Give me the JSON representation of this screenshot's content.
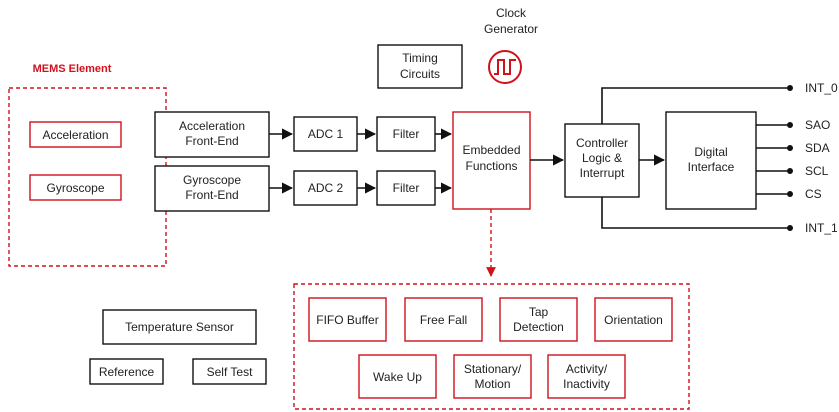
{
  "colors": {
    "accent": "#d0121b",
    "ink": "#111111",
    "text": "#222222"
  },
  "mems": {
    "title": "MEMS Element",
    "acceleration": "Acceleration",
    "gyroscope": "Gyroscope"
  },
  "front_end": {
    "acc_line1": "Acceleration",
    "acc_line2": "Front-End",
    "gyro_line1": "Gyroscope",
    "gyro_line2": "Front-End"
  },
  "adc": {
    "adc1": "ADC 1",
    "adc2": "ADC 2"
  },
  "filter": {
    "label": "Filter"
  },
  "timing": {
    "line1": "Timing",
    "line2": "Circuits"
  },
  "clock": {
    "line1": "Clock",
    "line2": "Generator",
    "icon": "square-wave-icon"
  },
  "embedded": {
    "line1": "Embedded",
    "line2": "Functions"
  },
  "controller": {
    "line1": "Controller",
    "line2": "Logic &",
    "line3": "Interrupt"
  },
  "digital": {
    "line1": "Digital",
    "line2": "Interface"
  },
  "pins": [
    "INT_0",
    "SAO",
    "SDA",
    "SCL",
    "CS",
    "INT_1"
  ],
  "functions": {
    "fifo": "FIFO Buffer",
    "free_fall": "Free Fall",
    "tap_line1": "Tap",
    "tap_line2": "Detection",
    "orientation": "Orientation",
    "wake_up": "Wake Up",
    "stationary_line1": "Stationary/",
    "stationary_line2": "Motion",
    "activity_line1": "Activity/",
    "activity_line2": "Inactivity"
  },
  "misc": {
    "temperature": "Temperature Sensor",
    "reference": "Reference",
    "self_test": "Self Test"
  }
}
